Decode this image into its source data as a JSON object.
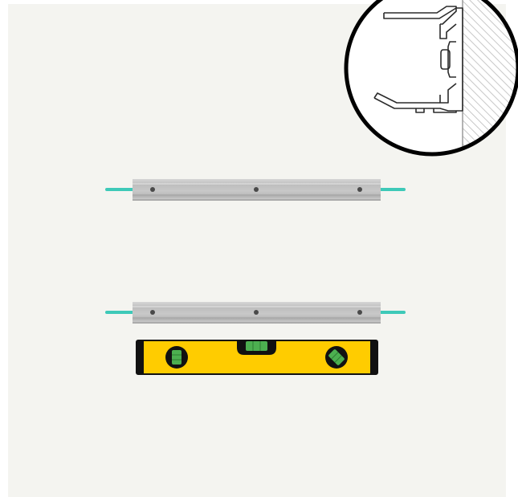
{
  "illustration": {
    "colors": {
      "page_bg": "#ffffff",
      "panel_bg": "#f4f4f0",
      "rail_light": "#c9c9c9",
      "rail_mid": "#b8b8b8",
      "rail_dark": "#9a9a9a",
      "screw_dot": "#4a4a4a",
      "wire": "#3ec9b8",
      "level_yellow": "#ffcc00",
      "level_black": "#111111",
      "bubble_green": "#4caf50",
      "inset_ring": "#000000",
      "wall_hatch": "#c8c8c8",
      "profile_stroke": "#2b2b2b"
    },
    "profile_rails": [
      {
        "label": "profile-rail-top",
        "screws": 3,
        "wires": 2
      },
      {
        "label": "profile-rail-leveled",
        "screws": 3,
        "wires": 2
      }
    ],
    "level_tool": {
      "vials": 3
    },
    "inset": {
      "icon": "profile-cross-section-icon",
      "wall_pattern": "hatched"
    }
  }
}
